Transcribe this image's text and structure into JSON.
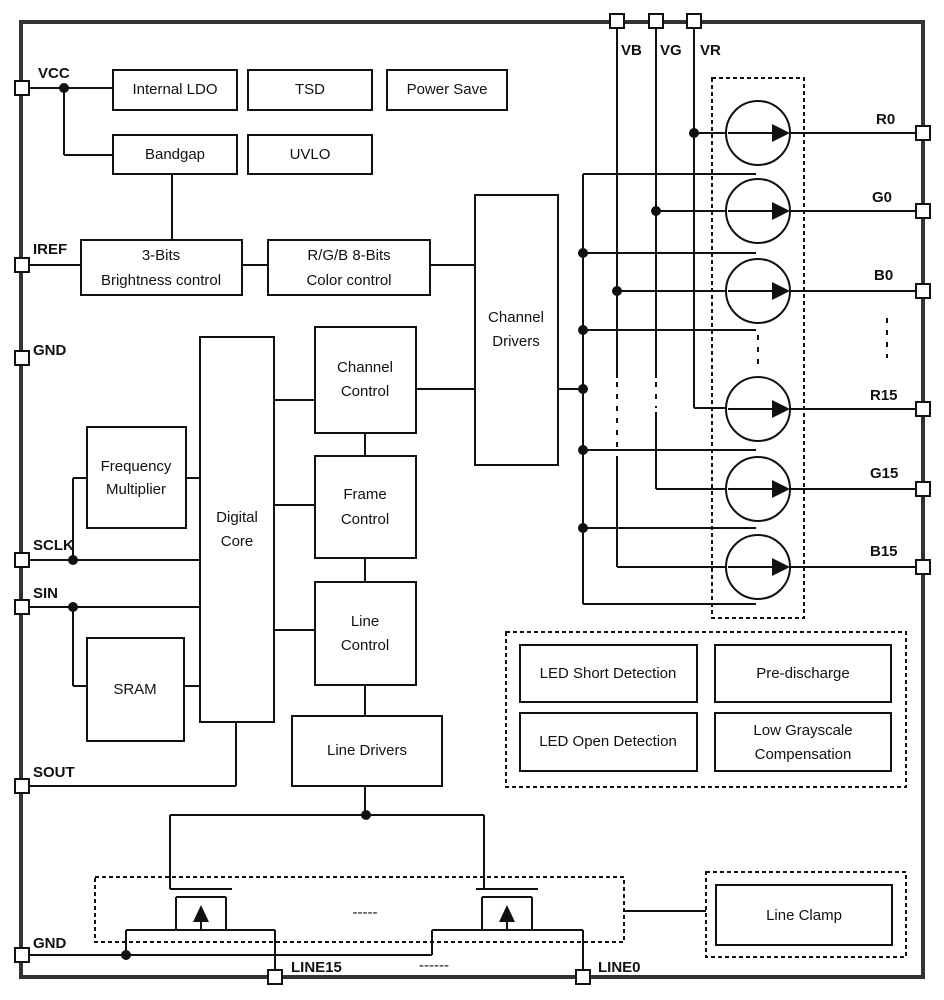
{
  "pins": {
    "vcc": "VCC",
    "iref": "IREF",
    "gnd_top": "GND",
    "sclk": "SCLK",
    "sin": "SIN",
    "sout": "SOUT",
    "gnd_bottom": "GND",
    "vb": "VB",
    "vg": "VG",
    "vr": "VR",
    "r0": "R0",
    "g0": "G0",
    "b0": "B0",
    "r15": "R15",
    "g15": "G15",
    "b15": "B15",
    "line15": "LINE15",
    "line0": "LINE0"
  },
  "blocks": {
    "internal_ldo": "Internal LDO",
    "tsd": "TSD",
    "power_save": "Power Save",
    "bandgap": "Bandgap",
    "uvlo": "UVLO",
    "brightness": [
      "3-Bits",
      "Brightness control"
    ],
    "color": [
      "R/G/B 8-Bits",
      "Color control"
    ],
    "channel_drivers": [
      "Channel",
      "Drivers"
    ],
    "channel_control": [
      "Channel",
      "Control"
    ],
    "frame_control": [
      "Frame",
      "Control"
    ],
    "line_control": [
      "Line",
      "Control"
    ],
    "frequency_multiplier": [
      "Frequency",
      "Multiplier"
    ],
    "digital_core": [
      "Digital",
      "Core"
    ],
    "sram": "SRAM",
    "line_drivers": "Line Drivers",
    "led_short": "LED Short Detection",
    "pre_discharge": "Pre-discharge",
    "led_open": "LED Open Detection",
    "low_grayscale": [
      "Low Grayscale",
      "Compensation"
    ],
    "line_clamp": "Line Clamp"
  },
  "ellipsis": {
    "mos_gap": "-----",
    "line_gap": "------"
  }
}
